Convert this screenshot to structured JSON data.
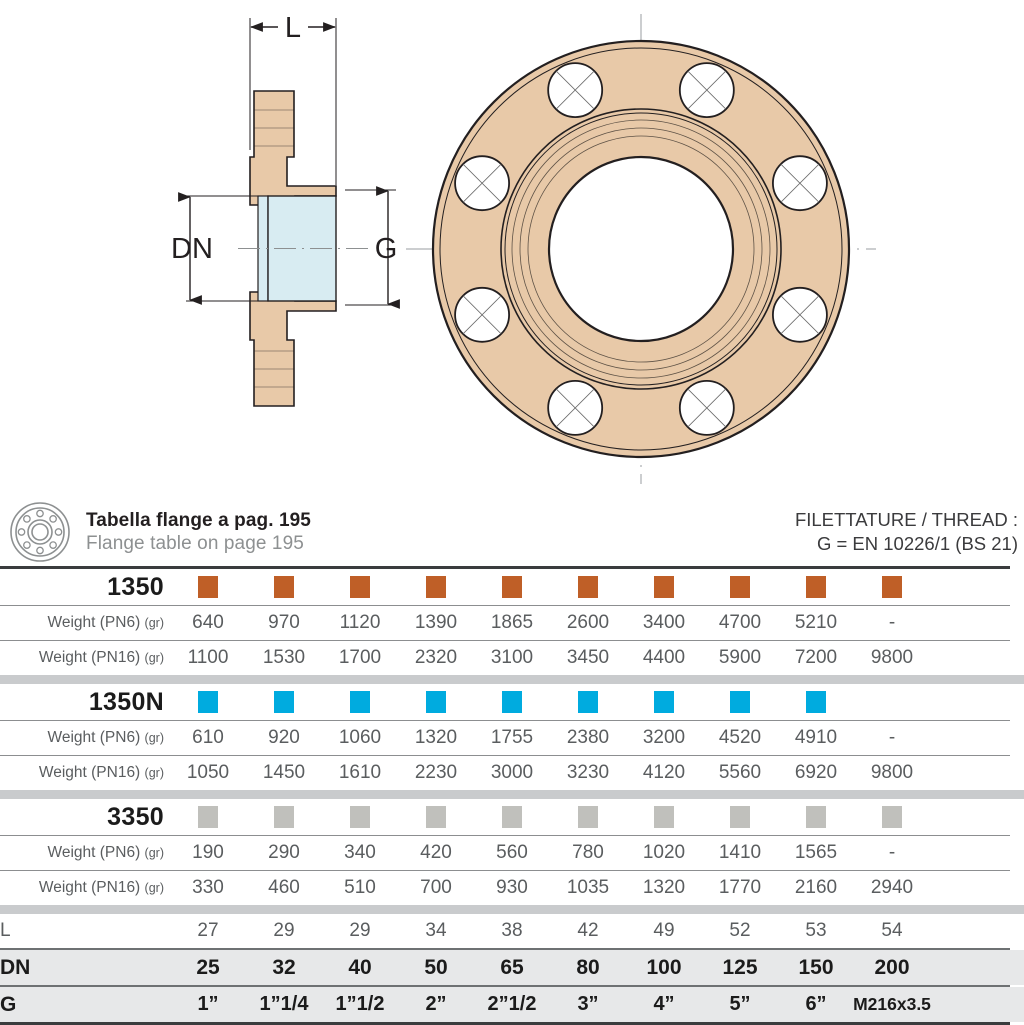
{
  "drawing": {
    "dim_L": "L",
    "dim_DN": "DN",
    "dim_G": "G",
    "body_color": "#e8c9a8",
    "bore_color": "#d8ecf2",
    "line_color": "#231f20"
  },
  "info": {
    "icon": "flange-icon",
    "title_it": "Tabella flange a pag. 195",
    "title_en": "Flange table on page 195",
    "thread_line1": "FILETTATURE / THREAD :",
    "thread_line2": "G = EN 10226/1 (BS 21)"
  },
  "table": {
    "columns": 10,
    "sections": [
      {
        "name": "1350",
        "marker_color": "#bf5f27",
        "marker_class": "sw-orange",
        "markers": [
          true,
          true,
          true,
          true,
          true,
          true,
          true,
          true,
          true,
          true
        ],
        "rows": [
          {
            "label": "Weight (PN6)",
            "unit": "(gr)",
            "values": [
              "640",
              "970",
              "1120",
              "1390",
              "1865",
              "2600",
              "3400",
              "4700",
              "5210",
              "-"
            ]
          },
          {
            "label": "Weight (PN16)",
            "unit": "(gr)",
            "values": [
              "1100",
              "1530",
              "1700",
              "2320",
              "3100",
              "3450",
              "4400",
              "5900",
              "7200",
              "9800"
            ]
          }
        ]
      },
      {
        "name": "1350N",
        "marker_color": "#00abdf",
        "marker_class": "sw-cyan",
        "markers": [
          true,
          true,
          true,
          true,
          true,
          true,
          true,
          true,
          true,
          false
        ],
        "rows": [
          {
            "label": "Weight (PN6)",
            "unit": "(gr)",
            "values": [
              "610",
              "920",
              "1060",
              "1320",
              "1755",
              "2380",
              "3200",
              "4520",
              "4910",
              "-"
            ]
          },
          {
            "label": "Weight (PN16)",
            "unit": "(gr)",
            "values": [
              "1050",
              "1450",
              "1610",
              "2230",
              "3000",
              "3230",
              "4120",
              "5560",
              "6920",
              "9800"
            ]
          }
        ]
      },
      {
        "name": "3350",
        "marker_color": "#c0c0bc",
        "marker_class": "sw-gray",
        "markers": [
          true,
          true,
          true,
          true,
          true,
          true,
          true,
          true,
          true,
          true
        ],
        "rows": [
          {
            "label": "Weight (PN6)",
            "unit": "(gr)",
            "values": [
              "190",
              "290",
              "340",
              "420",
              "560",
              "780",
              "1020",
              "1410",
              "1565",
              "-"
            ]
          },
          {
            "label": "Weight (PN16)",
            "unit": "(gr)",
            "values": [
              "330",
              "460",
              "510",
              "700",
              "930",
              "1035",
              "1320",
              "1770",
              "2160",
              "2940"
            ]
          }
        ]
      }
    ],
    "footer": {
      "L": {
        "label": "L",
        "values": [
          "27",
          "29",
          "29",
          "34",
          "38",
          "42",
          "49",
          "52",
          "53",
          "54"
        ]
      },
      "DN": {
        "label": "DN",
        "values": [
          "25",
          "32",
          "40",
          "50",
          "65",
          "80",
          "100",
          "125",
          "150",
          "200"
        ]
      },
      "G": {
        "label": "G",
        "values": [
          "1”",
          "1”1/4",
          "1”1/2",
          "2”",
          "2”1/2",
          "3”",
          "4”",
          "5”",
          "6”",
          "M216x3.5"
        ]
      }
    }
  }
}
